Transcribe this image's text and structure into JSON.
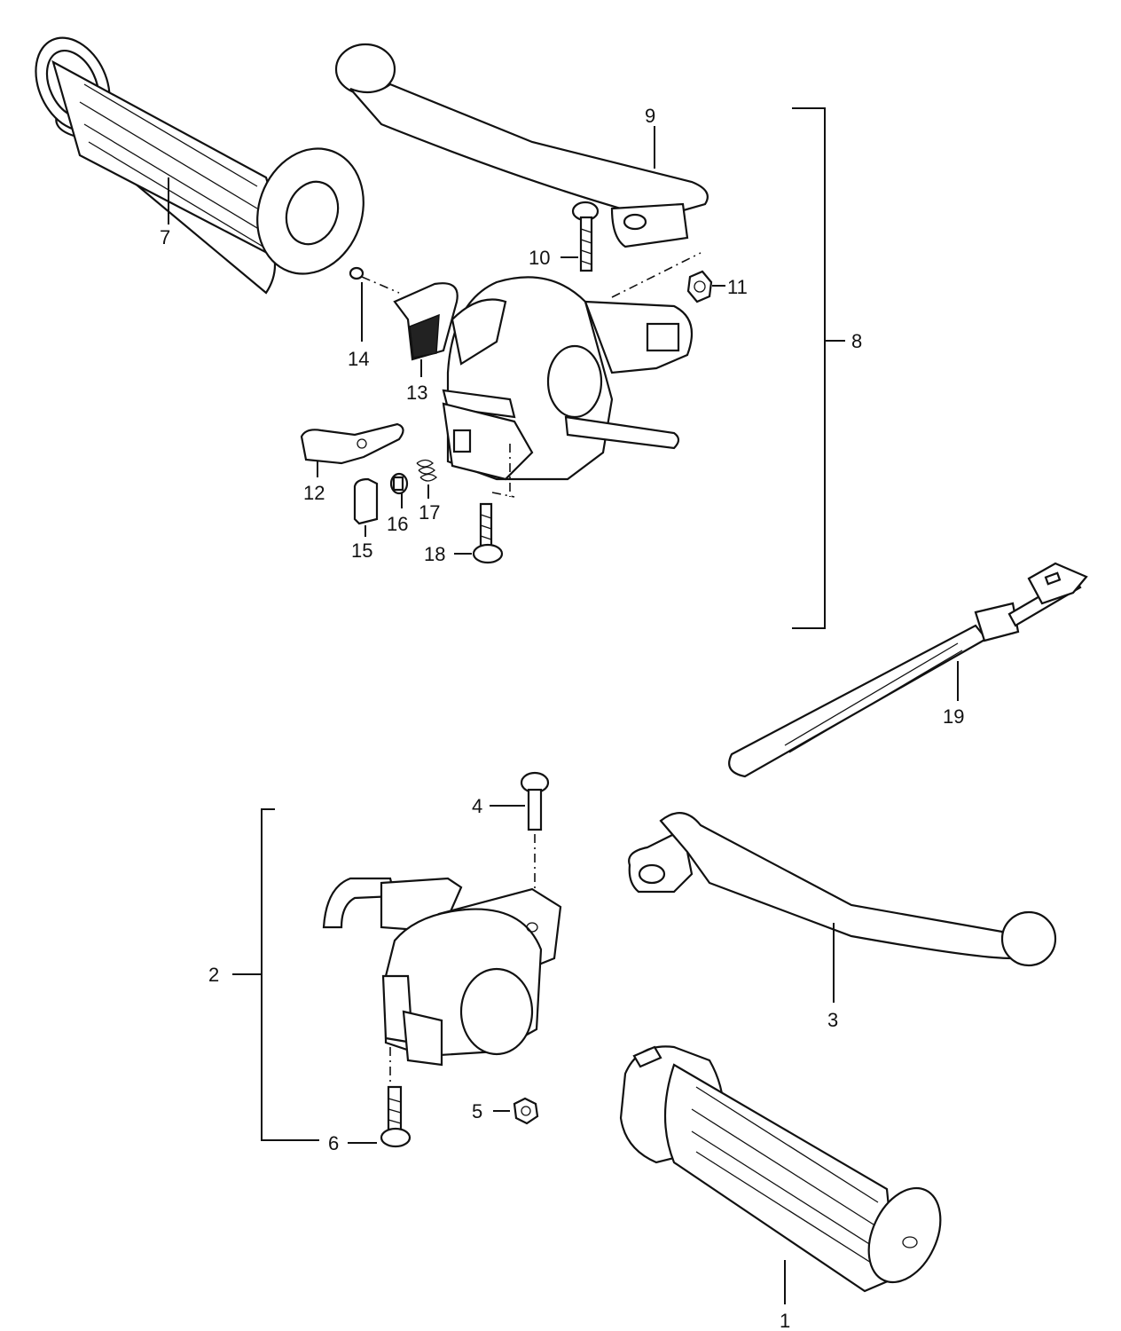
{
  "callouts": {
    "p1": "1",
    "p2": "2",
    "p3": "3",
    "p4": "4",
    "p5": "5",
    "p6": "6",
    "p7": "7",
    "p8": "8",
    "p9": "9",
    "p10": "10",
    "p11": "11",
    "p12": "12",
    "p13": "13",
    "p14": "14",
    "p15": "15",
    "p16": "16",
    "p17": "17",
    "p18": "18",
    "p19": "19"
  },
  "colors": {
    "ink": "#111111",
    "paper": "#ffffff"
  }
}
